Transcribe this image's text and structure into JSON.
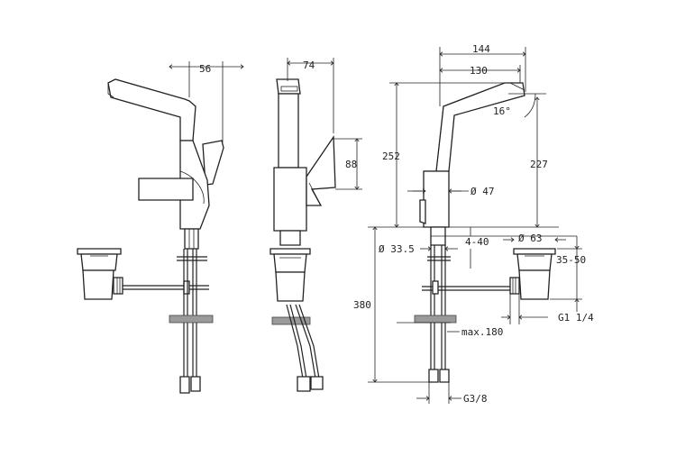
{
  "colors": {
    "line": "#222222",
    "background": "#ffffff",
    "countertop": "#9a9a9a"
  },
  "dimensions": {
    "front_spout_reach": "56",
    "side_depth": "74",
    "side_lever": "88",
    "top_reach_outer": "144",
    "top_reach_inner": "130",
    "lever_angle": "16°",
    "overall_height": "252",
    "spout_height": "227",
    "body_diameter": "Ø 47",
    "hole_diameter": "Ø 33.5",
    "waste_diameter": "Ø 63",
    "worktop_thickness": "4-40",
    "waste_range": "35-50",
    "hose_length": "380",
    "waste_thread": "G1 1/4",
    "max_worktop": "max.180",
    "supply_thread": "G3/8"
  }
}
